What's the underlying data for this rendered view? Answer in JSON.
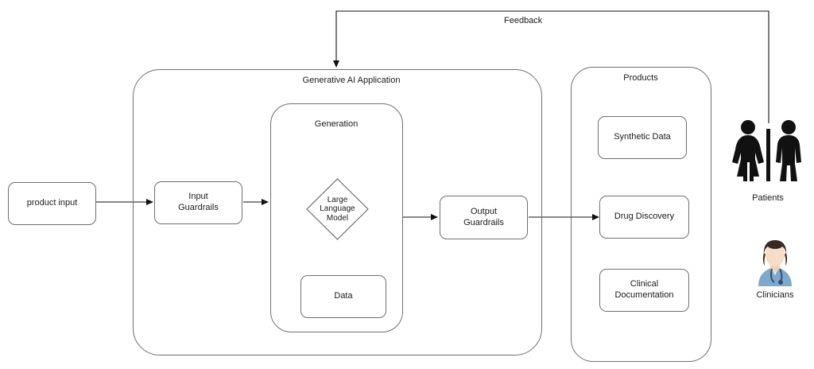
{
  "diagram": {
    "title_present": false,
    "background": "#ffffff",
    "stroke_color": "#6f6f6f",
    "arrow_color": "#1a1a1a",
    "containers": [
      {
        "id": "genai",
        "label": "Generative AI Application"
      },
      {
        "id": "generation",
        "label": "Generation"
      },
      {
        "id": "products",
        "label": "Products"
      }
    ],
    "nodes": [
      {
        "id": "product-input",
        "label": "product input"
      },
      {
        "id": "input-guardrails",
        "label": "Input\nGuardrails",
        "line1": "Input",
        "line2": "Guardrails"
      },
      {
        "id": "llm",
        "label": "Large Language Model",
        "line1": "Large",
        "line2": "Language",
        "line3": "Model",
        "shape": "diamond"
      },
      {
        "id": "data",
        "label": "Data"
      },
      {
        "id": "output-guardrails",
        "label": "Output\nGuardrails",
        "line1": "Output",
        "line2": "Guardrails"
      },
      {
        "id": "synthetic-data",
        "label": "Synthetic Data"
      },
      {
        "id": "drug-discovery",
        "label": "Drug Discovery"
      },
      {
        "id": "clinical-documentation",
        "label": "Clinical\nDocumentation",
        "line1": "Clinical",
        "line2": "Documentation"
      }
    ],
    "edges": [
      {
        "id": "e1",
        "from": "product-input",
        "to": "input-guardrails",
        "label": ""
      },
      {
        "id": "e2",
        "from": "input-guardrails",
        "to": "generation",
        "label": ""
      },
      {
        "id": "e3",
        "from": "generation",
        "to": "output-guardrails",
        "label": ""
      },
      {
        "id": "e4",
        "from": "output-guardrails",
        "to": "drug-discovery",
        "label": ""
      },
      {
        "id": "e5",
        "from": "patients",
        "to": "genai",
        "label": "Feedback"
      }
    ],
    "edge_labels": {
      "feedback": "Feedback"
    },
    "actors": [
      {
        "id": "patients",
        "label": "Patients",
        "icon": "people-pair-icon"
      },
      {
        "id": "clinicians",
        "label": "Clinicians",
        "icon": "clinician-avatar-icon"
      }
    ]
  }
}
